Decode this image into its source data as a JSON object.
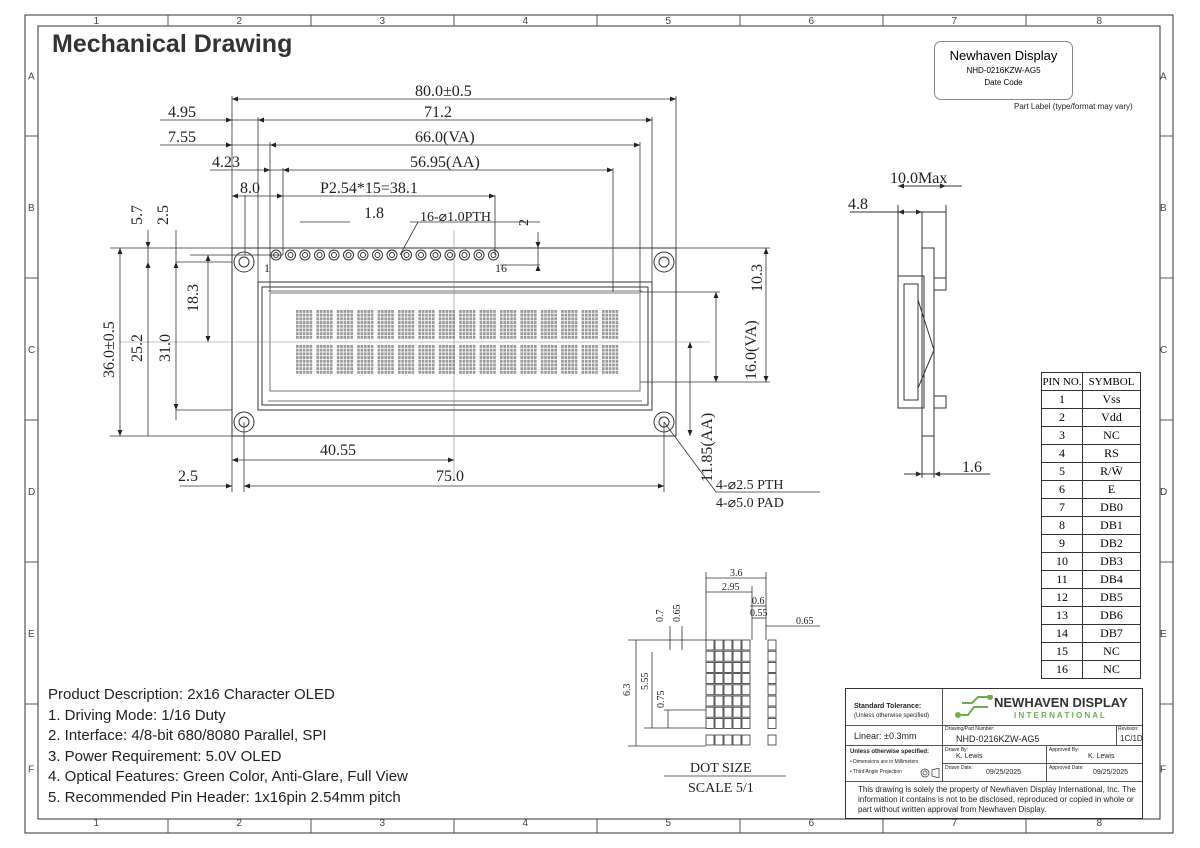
{
  "title": "Mechanical Drawing",
  "grid": {
    "columns": [
      "1",
      "2",
      "3",
      "4",
      "5",
      "6",
      "7",
      "8"
    ],
    "rows": [
      "A",
      "B",
      "C",
      "D",
      "E",
      "F"
    ]
  },
  "part_label": {
    "brand": "Newhaven Display",
    "part": "NHD-0216KZW-AG5",
    "date_code": "Date Code",
    "note": "Part Label (type/format may vary)"
  },
  "front_view": {
    "dims_top": [
      "80.0±0.5",
      "71.2",
      "66.0(VA)",
      "56.95(AA)",
      "P2.54*15=38.1",
      "4.95",
      "7.55",
      "4.23",
      "8.0",
      "1.8",
      "16-⌀1.0PTH",
      "2"
    ],
    "dims_left": [
      "5.7",
      "2.5",
      "18.3",
      "36.0±0.5",
      "25.2",
      "31.0"
    ],
    "dims_right": [
      "10.3",
      "16.0(VA)",
      "11.85(AA)"
    ],
    "dims_bottom": [
      "40.55",
      "75.0",
      "2.5"
    ],
    "pin_first": "1",
    "pin_last": "16",
    "hole_note_1": "4-⌀2.5 PTH",
    "hole_note_2": "4-⌀5.0 PAD"
  },
  "side_view": {
    "dims": [
      "10.0Max",
      "4.8",
      "1.6"
    ]
  },
  "dot_detail": {
    "dims": [
      "3.6",
      "2.95",
      "0.6",
      "0.55",
      "0.65",
      "0.7",
      "0.65",
      "6.3",
      "5.55",
      "0.75"
    ],
    "label": "DOT SIZE",
    "scale": "SCALE 5/1"
  },
  "pin_table": {
    "headers": [
      "PIN NO.",
      "SYMBOL"
    ],
    "rows": [
      [
        "1",
        "Vss"
      ],
      [
        "2",
        "Vdd"
      ],
      [
        "3",
        "NC"
      ],
      [
        "4",
        "RS"
      ],
      [
        "5",
        "R/W̄"
      ],
      [
        "6",
        "E"
      ],
      [
        "7",
        "DB0"
      ],
      [
        "8",
        "DB1"
      ],
      [
        "9",
        "DB2"
      ],
      [
        "10",
        "DB3"
      ],
      [
        "11",
        "DB4"
      ],
      [
        "12",
        "DB5"
      ],
      [
        "13",
        "DB6"
      ],
      [
        "14",
        "DB7"
      ],
      [
        "15",
        "NC"
      ],
      [
        "16",
        "NC"
      ]
    ]
  },
  "description": {
    "heading": "Product Description: 2x16 Character OLED",
    "items": [
      "1. Driving Mode: 1/16 Duty",
      "2. Interface: 4/8-bit 680/8080 Parallel, SPI",
      "3. Power Requirement: 5.0V OLED",
      "4. Optical Features: Green Color, Anti-Glare, Full View",
      "5. Recommended Pin Header: 1x16pin 2.54mm pitch"
    ]
  },
  "title_block": {
    "std_tol": "Standard Tolerance:",
    "std_tol_sub": "(Unless otherwise specified)",
    "linear": "Linear:   ±0.3mm",
    "company": "NEWHAVEN DISPLAY",
    "company_sub": "I N T E R N A T I O N A L",
    "part_no_label": "Drawing/Part Number:",
    "part_no": "NHD-0216KZW-AG5",
    "revision_label": "Revision:",
    "revision": "1C/1D",
    "unless": "Unless otherwise specified:",
    "unless_1": "• Dimensions are in Millimeters",
    "unless_2": "• Third Angle Projection",
    "drawn_by_label": "Drawn By:",
    "drawn_by": "K. Lewis",
    "approved_by_label": "Approved By:",
    "approved_by": "K. Lewis",
    "drawn_date_label": "Drawn Date:",
    "drawn_date": "09/25/2025",
    "approved_date_label": "Approved Date:",
    "approved_date": "09/25/2025",
    "notice": "This drawing is solely the property of Newhaven Display International, Inc. The information it contains is not to be disclosed, reproduced or copied in whole or part without written approval from Newhaven Display."
  }
}
